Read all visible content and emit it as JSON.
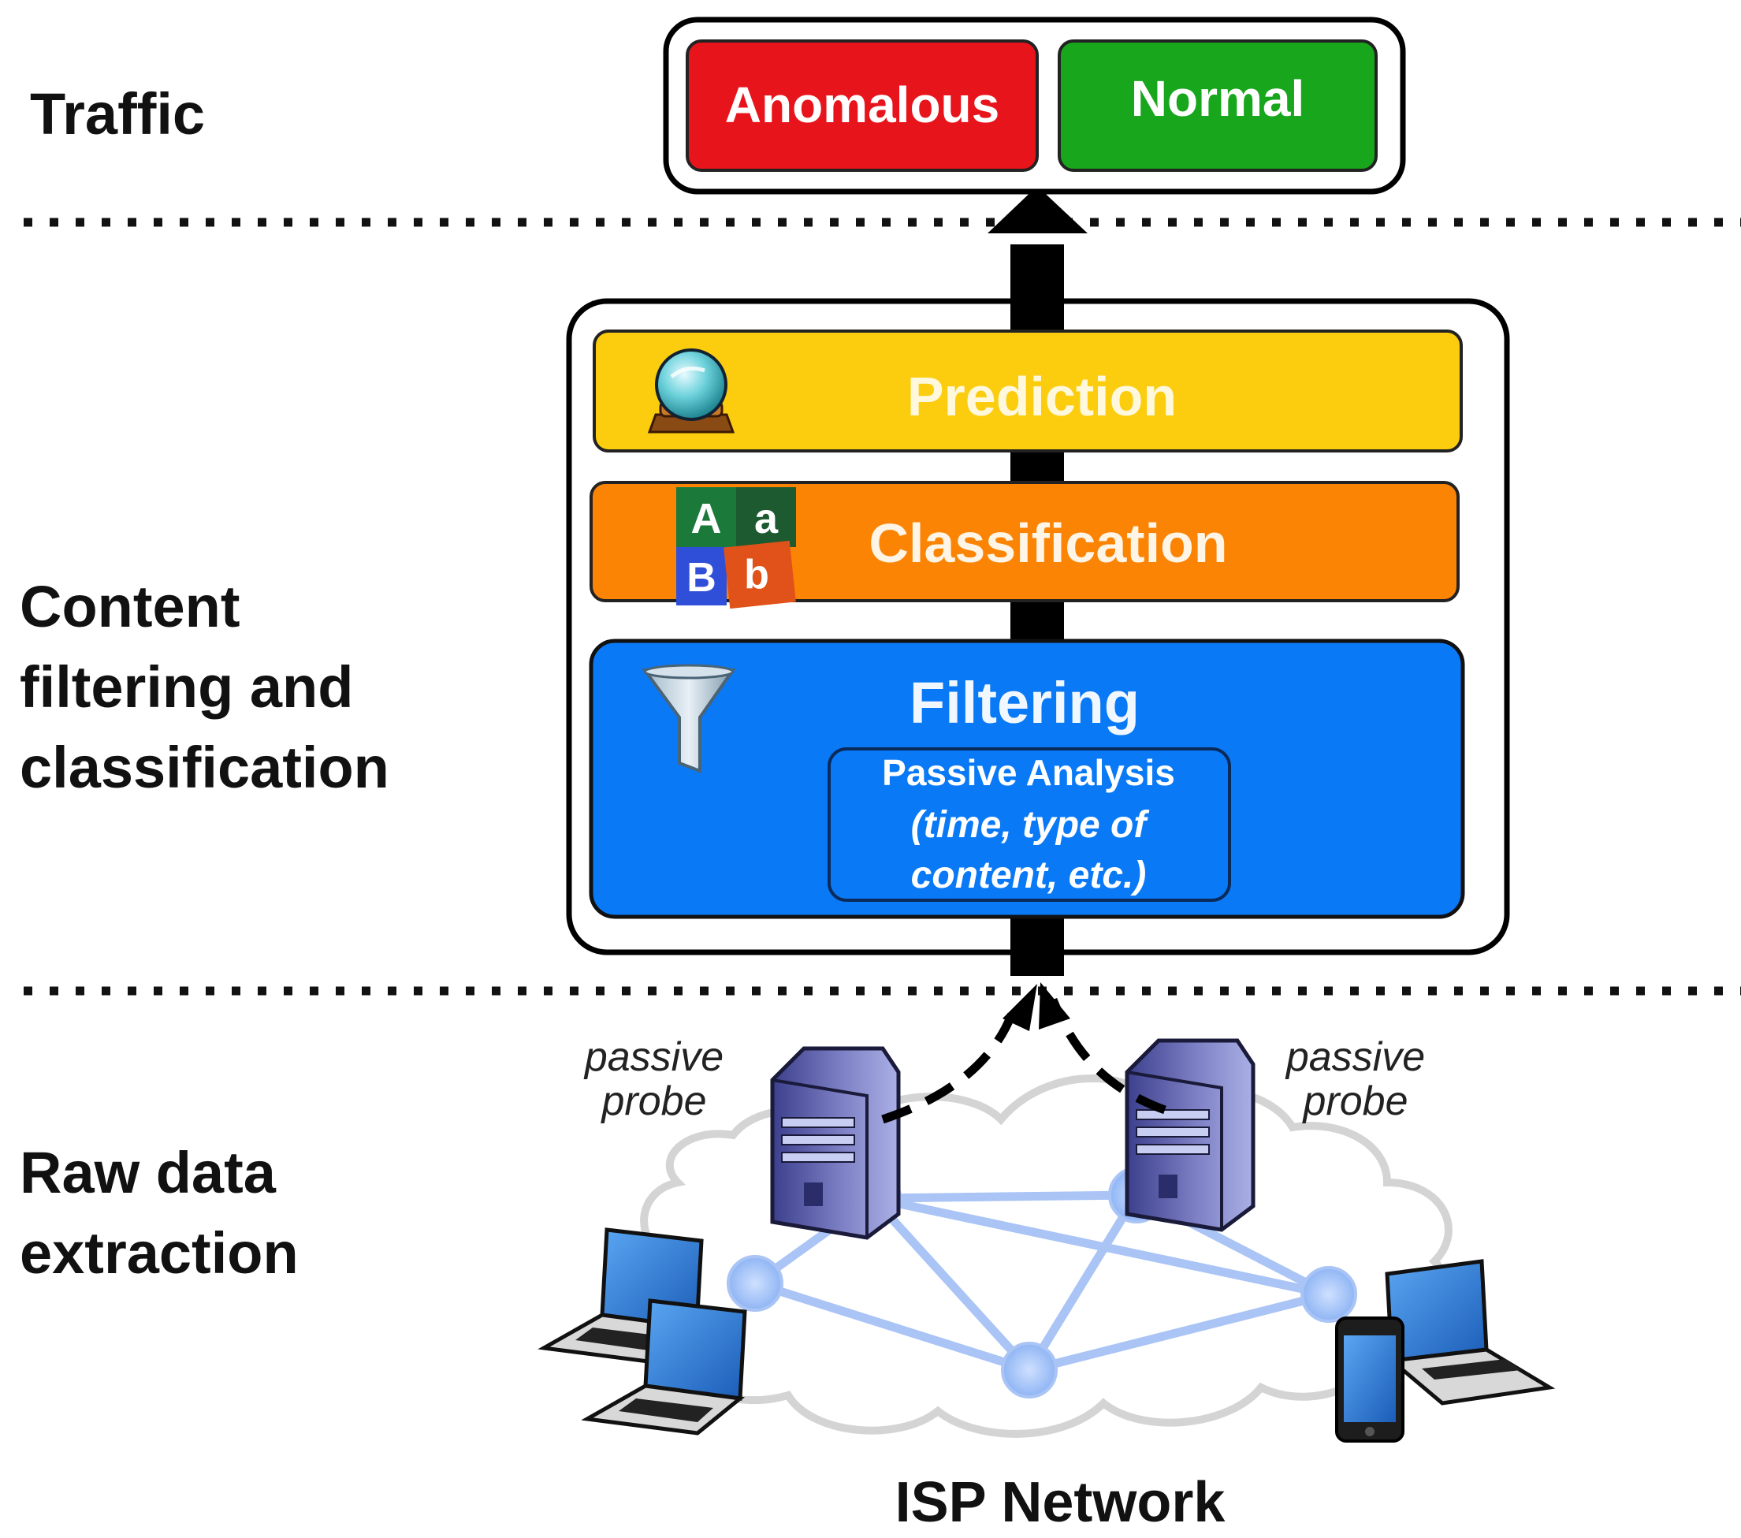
{
  "sections": {
    "traffic": "Traffic",
    "content_line1": "Content",
    "content_line2": "filtering and",
    "content_line3": "classification",
    "raw_line1": "Raw data",
    "raw_line2": "extraction"
  },
  "outputs": {
    "anomalous": "Anomalous",
    "normal": "Normal"
  },
  "layers": {
    "prediction": "Prediction",
    "classification": "Classification",
    "filtering": "Filtering",
    "passive_line1": "Passive Analysis",
    "passive_line2": "(time, type of",
    "passive_line3": "content, etc.)"
  },
  "blocks": {
    "A": "A",
    "a": "a",
    "B": "B",
    "b": "b"
  },
  "probes": {
    "left_line1": "passive",
    "left_line2": "probe",
    "right_line1": "passive",
    "right_line2": "probe"
  },
  "network": {
    "label": "ISP Network"
  },
  "colors": {
    "anomalous": "#e8141c",
    "normal": "#18a61c",
    "prediction": "#fbcd0e",
    "classification": "#fb8404",
    "filtering": "#0a79f6",
    "network_link": "#a9c4f5"
  },
  "icons": [
    "crystal-ball-icon",
    "letter-blocks-icon",
    "funnel-icon",
    "server-icon",
    "laptop-icon",
    "smartphone-icon"
  ]
}
